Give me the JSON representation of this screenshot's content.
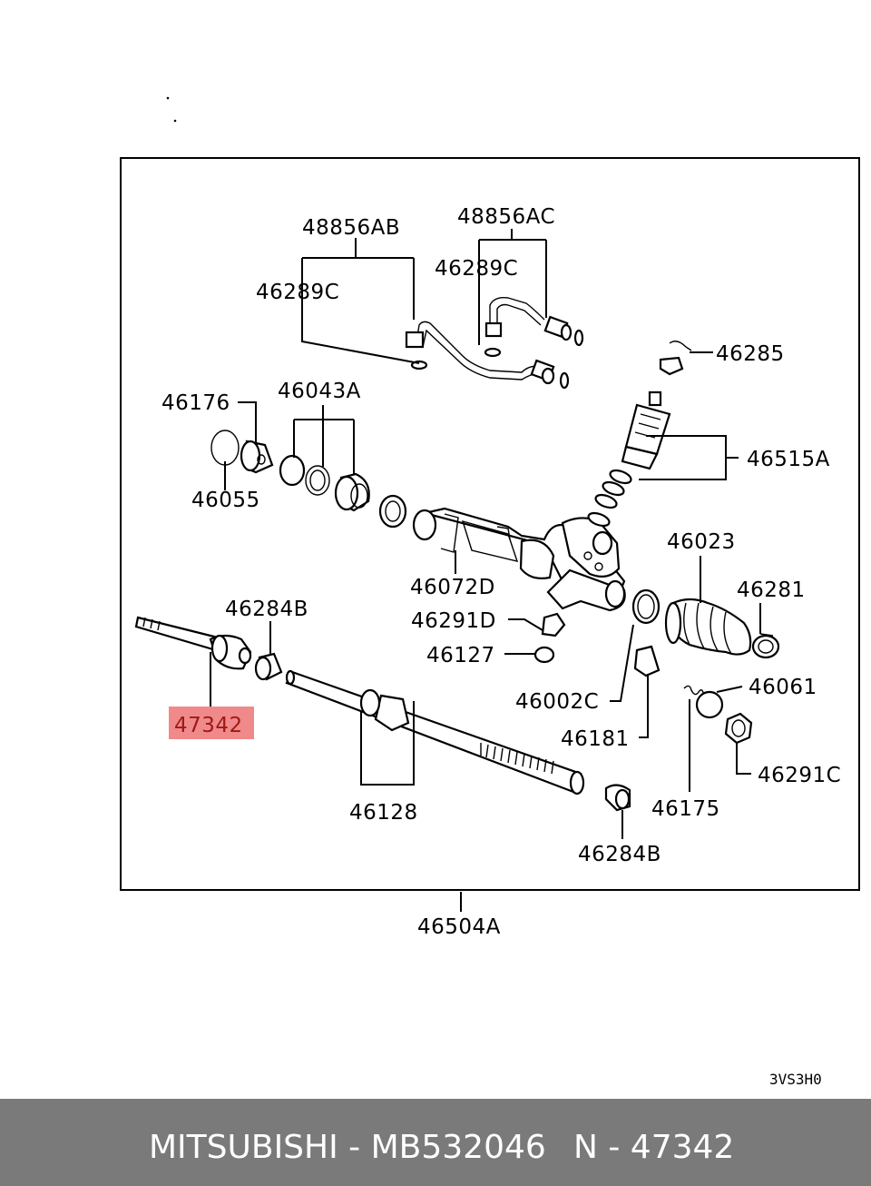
{
  "labels": {
    "p48856AB": "48856AB",
    "p48856AC": "48856AC",
    "p46289C_right": "46289C",
    "p46289C_left": "46289C",
    "p46285": "46285",
    "p46176": "46176",
    "p46043A": "46043A",
    "p46515A": "46515A",
    "p46055": "46055",
    "p46023": "46023",
    "p46072D": "46072D",
    "p46284B_top": "46284B",
    "p46281": "46281",
    "p46291D": "46291D",
    "p46127": "46127",
    "p47342": "47342",
    "p46061": "46061",
    "p46002C": "46002C",
    "p46181": "46181",
    "p46291C": "46291C",
    "p46128": "46128",
    "p46175": "46175",
    "p46284B_bottom": "46284B",
    "p46504A": "46504A"
  },
  "diagram_code": "3VS3H0",
  "highlight": {
    "part": "47342",
    "color": "#f08a8a",
    "text_color": "#a01818"
  },
  "footer": {
    "brand_part": "MITSUBISHI - MB532046",
    "ref": "N - 47342",
    "background": "#7a7a7a"
  }
}
